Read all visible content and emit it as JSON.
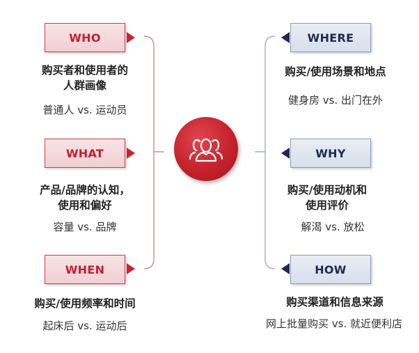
{
  "left": [
    {
      "tag": "WHO",
      "title_line1": "购买者和使用者的",
      "title_line2": "人群画像",
      "example": "普通人 vs. 运动员"
    },
    {
      "tag": "WHAT",
      "title_line1": "产品/品牌的认知，",
      "title_line2": "使用和偏好",
      "example": "容量 vs. 品牌"
    },
    {
      "tag": "WHEN",
      "title_line1": "购买/使用频率和时间",
      "title_line2": "",
      "example": "起床后 vs. 运动后"
    }
  ],
  "right": [
    {
      "tag": "WHERE",
      "title_line1": "购买/使用场景和地点",
      "title_line2": "",
      "example": "健身房 vs. 出门在外"
    },
    {
      "tag": "WHY",
      "title_line1": "购买/使用动机和",
      "title_line2": "使用评价",
      "example": "解渴 vs. 放松"
    },
    {
      "tag": "HOW",
      "title_line1": "购买渠道和信息来源",
      "title_line2": "",
      "example": "网上批量购买 vs. 就近便利店"
    }
  ],
  "hub_icon": "people-group-icon",
  "colors": {
    "accent_red": "#c8232f",
    "accent_navy": "#1f2a52",
    "line_red": "#d98a92",
    "line_blue": "#a9b1c6"
  }
}
